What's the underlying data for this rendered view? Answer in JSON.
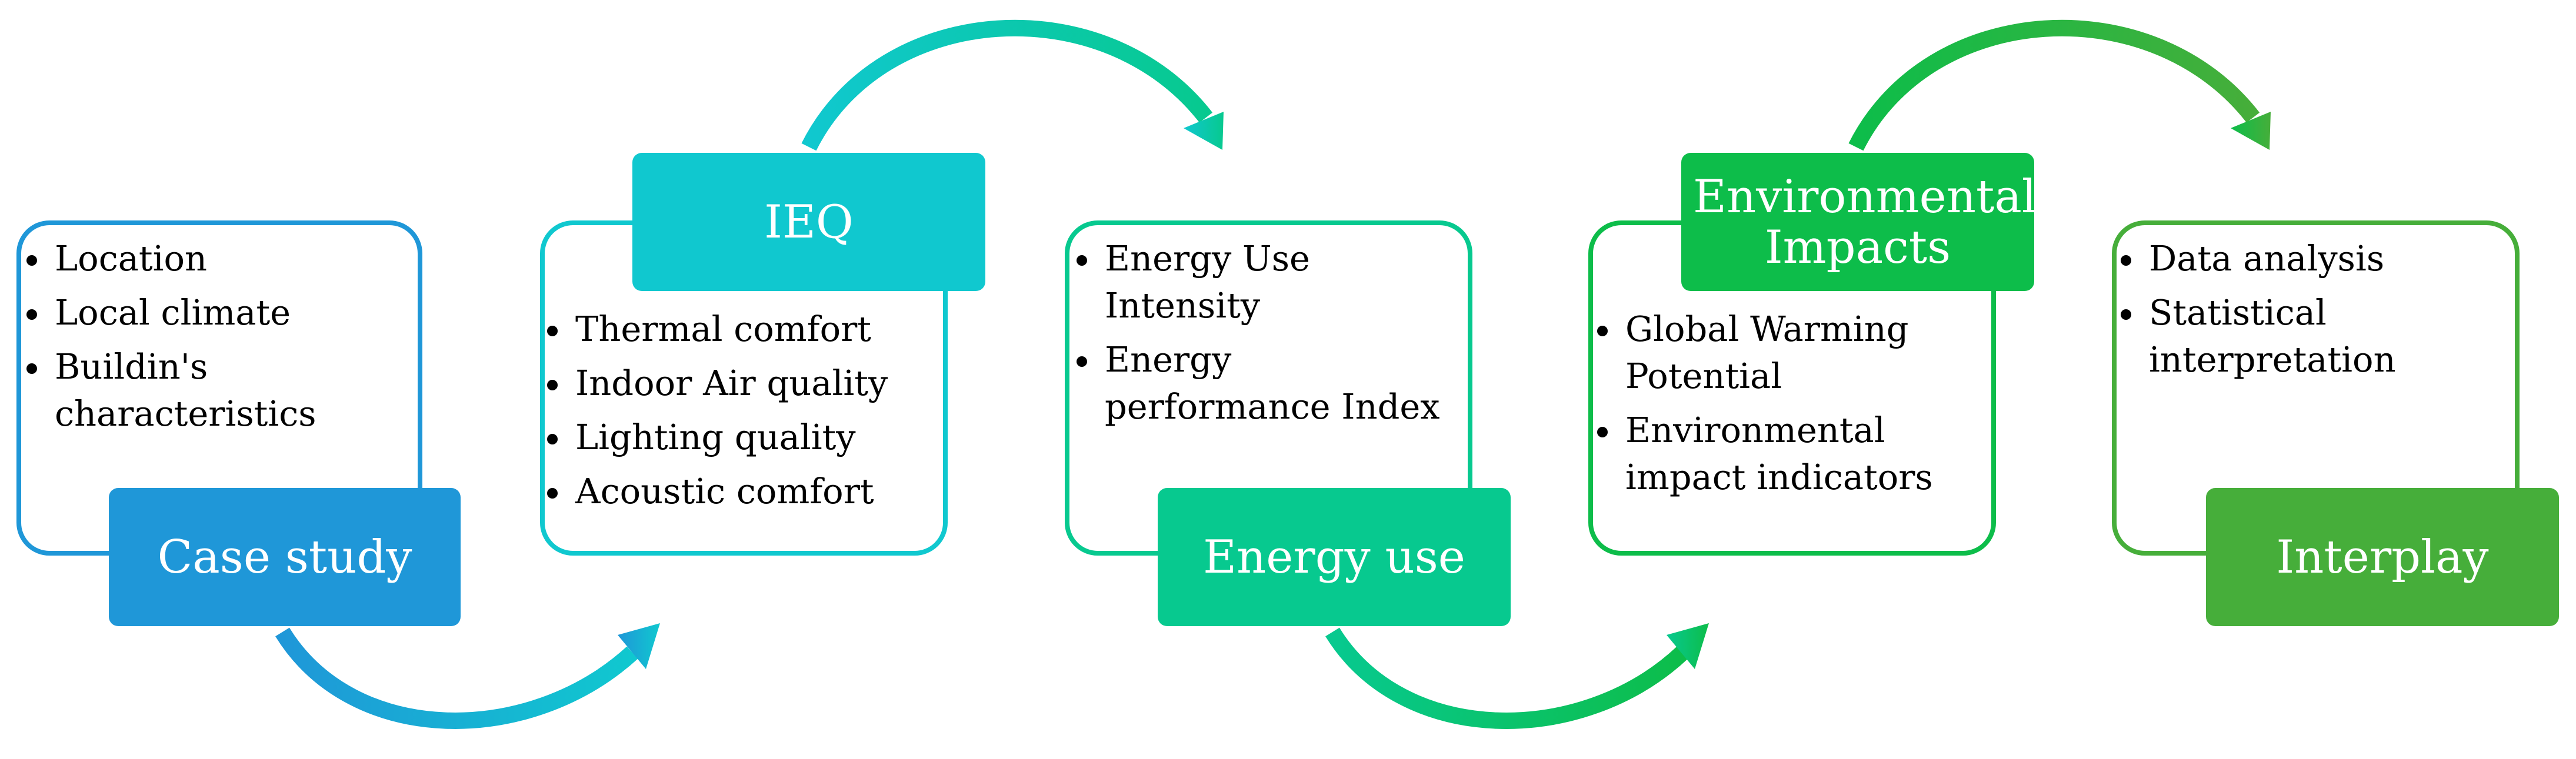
{
  "stages": [
    {
      "id": "case-study",
      "title": "Case study",
      "items": [
        "Location",
        "Local climate",
        "Buildin's characteristics"
      ],
      "color": "#1f97d8"
    },
    {
      "id": "ieq",
      "title": "IEQ",
      "items": [
        "Thermal comfort",
        "Indoor Air quality",
        "Lighting quality",
        "Acoustic comfort"
      ],
      "color": "#10c8cf"
    },
    {
      "id": "energy-use",
      "title": "Energy use",
      "items": [
        "Energy Use Intensity",
        "Energy performance Index"
      ],
      "color": "#07c98f"
    },
    {
      "id": "environmental-impacts",
      "title": "Environmental Impacts",
      "items": [
        "Global Warming Potential",
        "Environmental impact indicators"
      ],
      "color": "#0dbd4a"
    },
    {
      "id": "interplay",
      "title": "Interplay",
      "items": [
        "Data analysis",
        "Statistical interpretation"
      ],
      "color": "#46ae3a"
    }
  ],
  "connectors": [
    {
      "from": "case-study",
      "to": "ieq",
      "color": "#1f97d8"
    },
    {
      "from": "ieq",
      "to": "energy-use",
      "color": "#10c8cf"
    },
    {
      "from": "energy-use",
      "to": "environmental-impacts",
      "color": "#07c98f"
    },
    {
      "from": "environmental-impacts",
      "to": "interplay",
      "color": "#46ae3a"
    }
  ]
}
